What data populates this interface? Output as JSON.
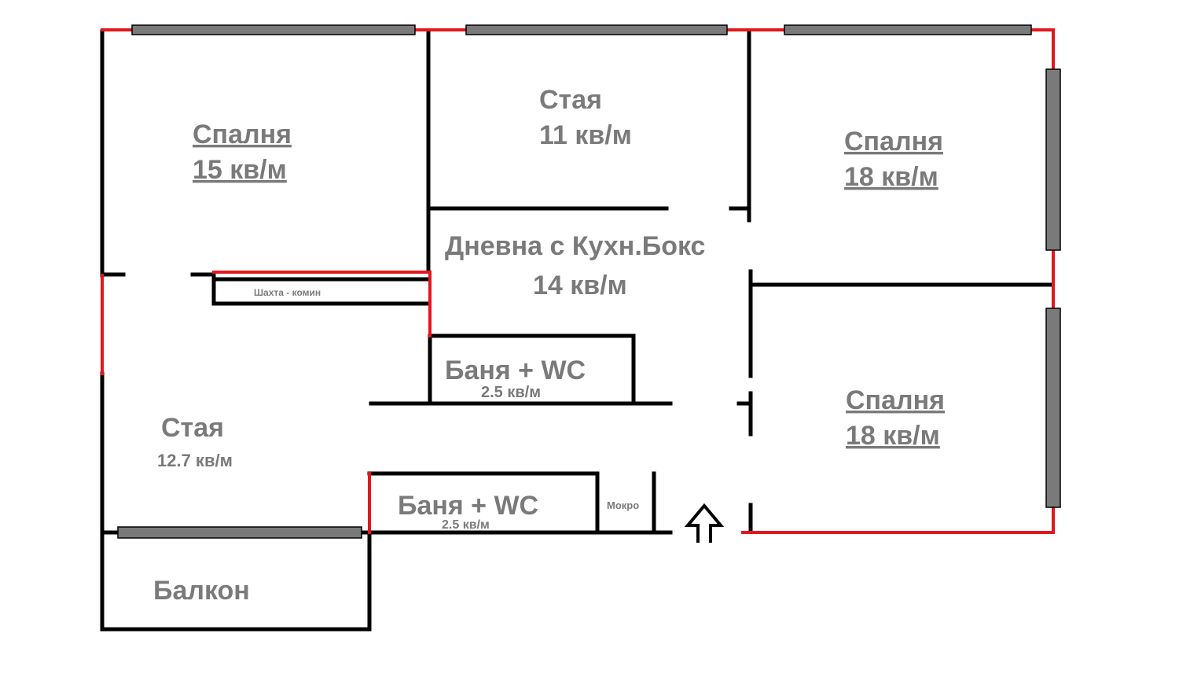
{
  "rooms": {
    "bedroom_15": {
      "name": "Спалня",
      "area": "15 кв/м"
    },
    "room_11": {
      "name": "Стая",
      "area": "11 кв/м"
    },
    "bedroom_18_top": {
      "name": "Спалня",
      "area": "18 кв/м"
    },
    "living": {
      "name": "Дневна с Кухн.Бокс",
      "area": "14 кв/м"
    },
    "shaft": {
      "name": "Шахта - комин"
    },
    "bath_upper": {
      "name": "Баня + WC",
      "area": "2.5 кв/м"
    },
    "bedroom_18_bottom": {
      "name": "Спалня",
      "area": "18 кв/м"
    },
    "room_12_7": {
      "name": "Стая",
      "area": "12.7 кв/м"
    },
    "bath_lower": {
      "name": "Баня + WC",
      "area": "2.5 кв/м"
    },
    "wet_area": {
      "name": "Мокро"
    },
    "balcony": {
      "name": "Балкон"
    }
  },
  "colors": {
    "wall": "#000000",
    "window": "#7a7a7a",
    "window_frame": "#000000",
    "highlight_wall": "#e3171c",
    "label": "#7a7a7a"
  },
  "icons": {
    "entrance": "up-arrow-icon"
  }
}
